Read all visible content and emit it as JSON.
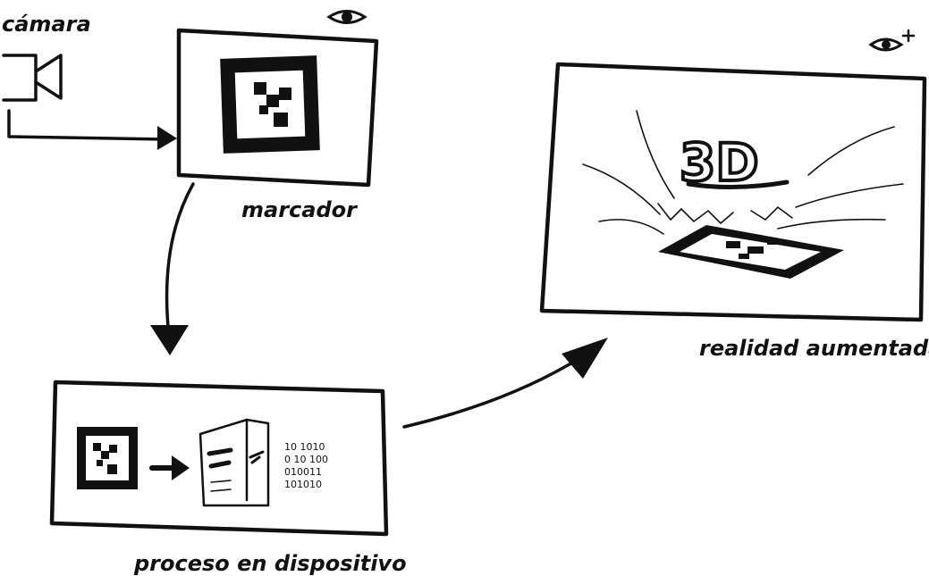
{
  "labels": {
    "camera": "cámara",
    "marker": "marcador",
    "augmented_reality": "realidad aumentada",
    "device_process": "proceso en dispositivo",
    "three_d": "3D",
    "binary_lines": [
      "10 1010",
      "0 10 100",
      "010011",
      "101010"
    ]
  },
  "icons": {
    "camera": "camera-icon",
    "eye": "eye-icon",
    "eye_plus": "eye-plus-icon",
    "computer": "computer-tower-icon",
    "marker": "fiducial-marker-icon"
  },
  "colors": {
    "ink": "#111111",
    "background": "#ffffff"
  }
}
